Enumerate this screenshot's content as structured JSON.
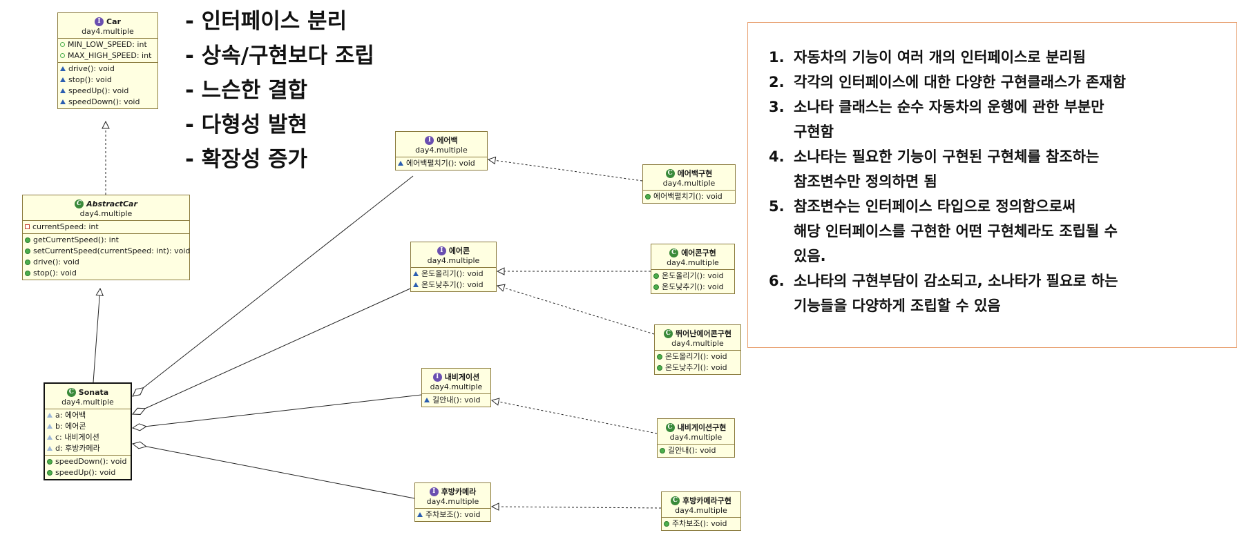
{
  "bullets": [
    "- 인터페이스 분리",
    "- 상속/구현보다 조립",
    "- 느슨한 결합",
    "- 다형성 발현",
    "- 확장성 증가"
  ],
  "notes": [
    {
      "num": "1.",
      "text": "자동차의 기능이 여러 개의 인터페이스로 분리됨"
    },
    {
      "num": "2.",
      "text": "각각의 인터페이스에 대한 다양한 구현클래스가 존재함"
    },
    {
      "num": "3.",
      "text": "소나타 클래스는 순수 자동차의 운행에 관한 부분만\n구현함"
    },
    {
      "num": "4.",
      "text": "소나타는 필요한 기능이 구현된 구현체를 참조하는\n참조변수만 정의하면 됨"
    },
    {
      "num": "5.",
      "text": "참조변수는 인터페이스 타입으로 정의함으로써\n해당 인터페이스를 구현한 어떤 구현체라도 조립될 수\n있음."
    },
    {
      "num": "6.",
      "text": "소나타의 구현부담이 감소되고, 소나타가 필요로 하는\n기능들을 다양하게 조립할 수 있음"
    }
  ],
  "classes": {
    "car": {
      "name": "Car",
      "pkg": "day4.multiple",
      "fields": [
        "MIN_LOW_SPEED: int",
        "MAX_HIGH_SPEED: int"
      ],
      "methods": [
        "drive(): void",
        "stop(): void",
        "speedUp(): void",
        "speedDown(): void"
      ]
    },
    "abstractcar": {
      "name": "AbstractCar",
      "pkg": "day4.multiple",
      "fields": [
        "currentSpeed: int"
      ],
      "methods": [
        "getCurrentSpeed(): int",
        "setCurrentSpeed(currentSpeed: int): void",
        "drive(): void",
        "stop(): void"
      ]
    },
    "sonata": {
      "name": "Sonata",
      "pkg": "day4.multiple",
      "fields": [
        "a: 에어백",
        "b: 에어콘",
        "c: 내비게이션",
        "d: 후방카메라"
      ],
      "methods": [
        "speedDown(): void",
        "speedUp(): void"
      ]
    },
    "airbag": {
      "name": "에어백",
      "pkg": "day4.multiple",
      "methods": [
        "에어백펼치기(): void"
      ]
    },
    "aircon": {
      "name": "에어콘",
      "pkg": "day4.multiple",
      "methods": [
        "온도올리기(): void",
        "온도낮추기(): void"
      ]
    },
    "navi": {
      "name": "내비게이션",
      "pkg": "day4.multiple",
      "methods": [
        "길안내(): void"
      ]
    },
    "rearcam": {
      "name": "후방카메라",
      "pkg": "day4.multiple",
      "methods": [
        "주차보조(): void"
      ]
    },
    "airbagimpl": {
      "name": "에어백구현",
      "pkg": "day4.multiple",
      "methods": [
        "에어백펼치기(): void"
      ]
    },
    "airconimpl": {
      "name": "에어콘구현",
      "pkg": "day4.multiple",
      "methods": [
        "온도올리기(): void",
        "온도낮추기(): void"
      ]
    },
    "airconimpl2": {
      "name": "뛰어난에어콘구현",
      "pkg": "day4.multiple",
      "methods": [
        "온도올리기(): void",
        "온도낮추기(): void"
      ]
    },
    "naviimpl": {
      "name": "내비게이션구현",
      "pkg": "day4.multiple",
      "methods": [
        "길안내(): void"
      ]
    },
    "rearcamimpl": {
      "name": "후방카메라구현",
      "pkg": "day4.multiple",
      "methods": [
        "주차보조(): void"
      ]
    }
  },
  "icons": {
    "interface": "I",
    "class": "C"
  },
  "colors": {
    "box_fill": "#ffffe1",
    "box_border": "#8a7a3c",
    "notes_border": "#e8a070",
    "edge": "#222222"
  }
}
